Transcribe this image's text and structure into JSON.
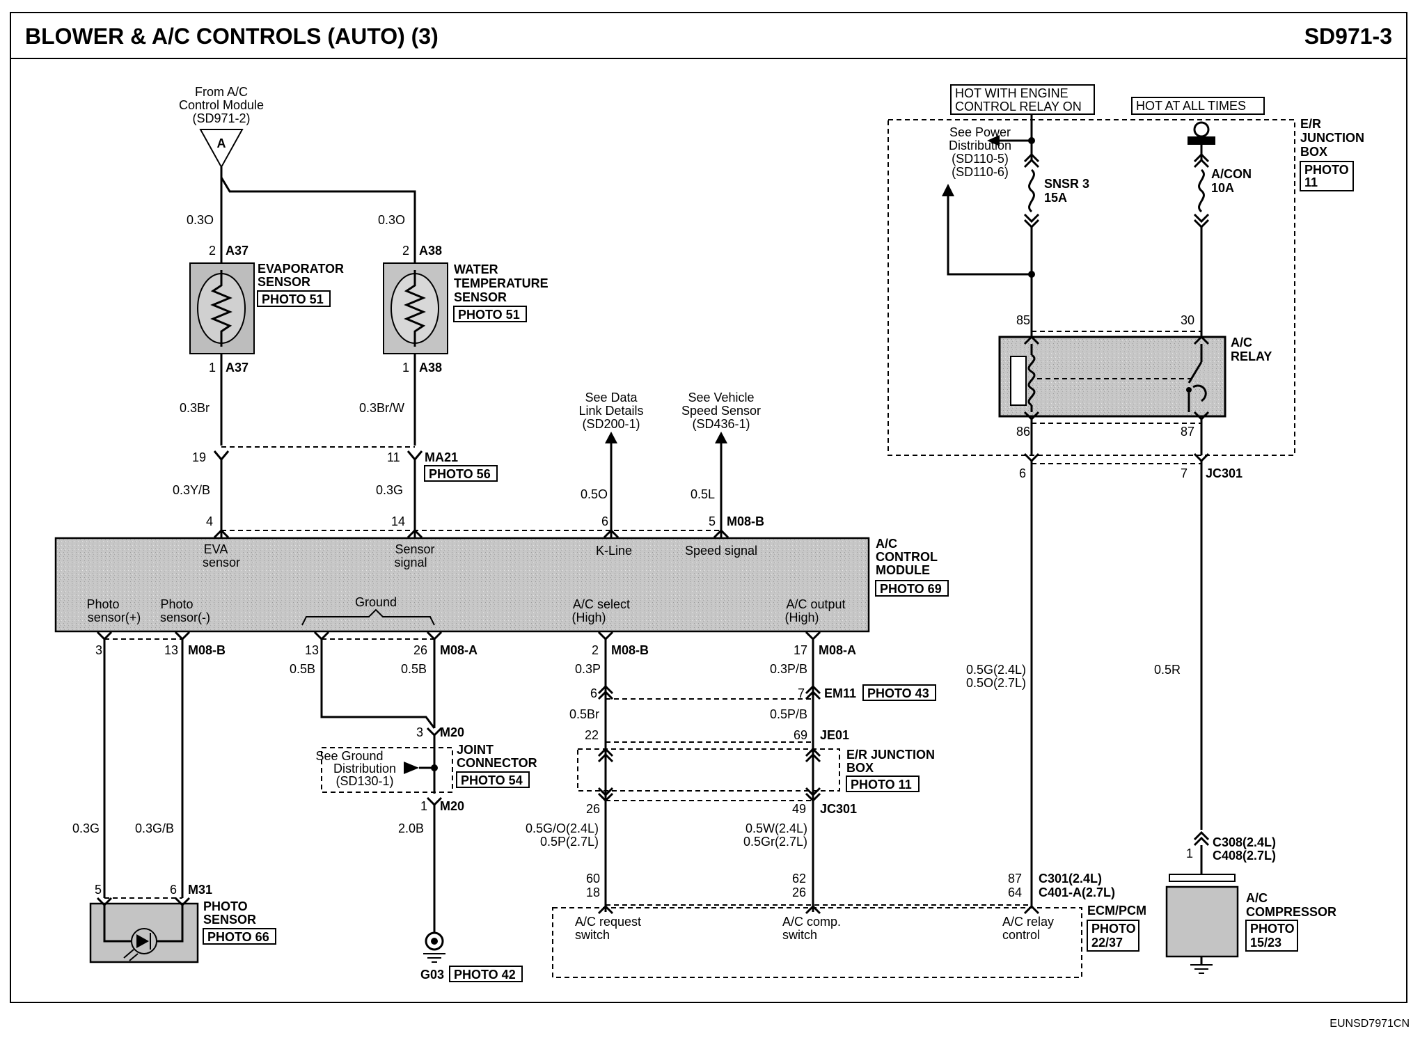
{
  "header": {
    "title": "BLOWER & A/C CONTROLS (AUTO) (3)",
    "code": "SD971-3"
  },
  "footer": {
    "ref": "EUNSD7971CN"
  },
  "from_module": {
    "line1": "From A/C",
    "line2": "Control Module",
    "line3": "(SD971-2)",
    "connector": "A"
  },
  "evap_sensor": {
    "name1": "EVAPORATOR",
    "name2": "SENSOR",
    "photo": "PHOTO 51",
    "pin_top": "2",
    "conn_top": "A37",
    "pin_bot": "1",
    "conn_bot": "A37",
    "wire_top": "0.3O",
    "wire_bot": "0.3Br"
  },
  "water_sensor": {
    "name1": "WATER",
    "name2": "TEMPERATURE",
    "name3": "SENSOR",
    "photo": "PHOTO 51",
    "pin_top": "2",
    "conn_top": "A38",
    "pin_bot": "1",
    "conn_bot": "A38",
    "wire_top": "0.3O",
    "wire_bot": "0.3Br/W"
  },
  "ma21": {
    "pin_a": "19",
    "pin_b": "11",
    "conn": "MA21",
    "photo": "PHOTO 56",
    "wire_a": "0.3Y/B",
    "wire_b": "0.3G"
  },
  "data_link": {
    "line1": "See Data",
    "line2": "Link Details",
    "line3": "(SD200-1)",
    "wire": "0.5O"
  },
  "speed_sensor": {
    "line1": "See Vehicle",
    "line2": "Speed Sensor",
    "line3": "(SD436-1)",
    "wire": "0.5L"
  },
  "ac_module": {
    "name1": "A/C",
    "name2": "CONTROL",
    "name3": "MODULE",
    "photo": "PHOTO 69",
    "top_pins": [
      "4",
      "14",
      "6",
      "5"
    ],
    "top_conn": "M08-B",
    "eva1": "EVA",
    "eva2": "sensor",
    "sens1": "Sensor",
    "sens2": "signal",
    "kline": "K-Line",
    "speed": "Speed signal",
    "photo_p1": "Photo",
    "photo_p2": "sensor(+)",
    "photo_m1": "Photo",
    "photo_m2": "sensor(-)",
    "ground": "Ground",
    "acsel1": "A/C select",
    "acsel2": "(High)",
    "acout1": "A/C output",
    "acout2": "(High)",
    "bot_pins": [
      "3",
      "13",
      "13",
      "26",
      "2",
      "17"
    ],
    "conn_m08b": "M08-B",
    "conn_m08a": "M08-A"
  },
  "photo_sensor": {
    "name1": "PHOTO",
    "name2": "SENSOR",
    "photo": "PHOTO 66",
    "pin_a": "5",
    "pin_b": "6",
    "conn": "M31",
    "wire_a": "0.3G",
    "wire_b": "0.3G/B"
  },
  "ground_path": {
    "wire_13": "0.5B",
    "wire_26": "0.5B",
    "m20_pin_top": "3",
    "m20_conn_top": "M20",
    "see_gnd1": "See Ground",
    "see_gnd2": "Distribution",
    "see_gnd3": "(SD130-1)",
    "jc1": "JOINT",
    "jc2": "CONNECTOR",
    "jc_photo": "PHOTO 54",
    "m20_pin_bot": "1",
    "m20_conn_bot": "M20",
    "wire_gnd": "2.0B",
    "gnd": "G03",
    "gnd_photo": "PHOTO 42"
  },
  "acsel_path": {
    "wire1": "0.3P",
    "em11_pin": "6",
    "wire2": "0.5Br",
    "je01_pin": "22",
    "jc301_pin": "26",
    "wire3a": "0.5G/O(2.4L)",
    "wire3b": "0.5P(2.7L)",
    "ecm_pin_a": "60",
    "ecm_pin_b": "18"
  },
  "acout_path": {
    "wire1": "0.3P/B",
    "em11_pin": "7",
    "em11_conn": "EM11",
    "em11_photo": "PHOTO 43",
    "wire2": "0.5P/B",
    "je01_pin": "69",
    "je01_conn": "JE01",
    "jb1": "E/R JUNCTION",
    "jb2": "BOX",
    "jb_photo": "PHOTO 11",
    "jc301_pin": "49",
    "jc301_conn": "JC301",
    "wire3a": "0.5W(2.4L)",
    "wire3b": "0.5Gr(2.7L)",
    "ecm_pin_a": "62",
    "ecm_pin_b": "26"
  },
  "er_box": {
    "hot1a": "HOT WITH ENGINE",
    "hot1b": "CONTROL RELAY ON",
    "hot2": "HOT AT ALL TIMES",
    "name1": "E/R",
    "name2": "JUNCTION",
    "name3": "BOX",
    "photo1": "PHOTO",
    "photo2": "11",
    "see1": "See Power",
    "see2": "Distribution",
    "see3": "(SD110-5)",
    "see4": "(SD110-6)",
    "fuse1a": "SNSR 3",
    "fuse1b": "15A",
    "fuse2a": "A/CON",
    "fuse2b": "10A",
    "relay1": "A/C",
    "relay2": "RELAY",
    "pin85": "85",
    "pin30": "30",
    "pin86": "86",
    "pin87": "87",
    "jc301_pin_a": "6",
    "jc301_pin_b": "7",
    "jc301_conn": "JC301"
  },
  "relay_path": {
    "wire_a1": "0.5G(2.4L)",
    "wire_a2": "0.5O(2.7L)",
    "wire_b": "0.5R",
    "ecm_pin_a": "87",
    "ecm_pin_b": "64",
    "conn_a": "C301(2.4L)",
    "conn_b": "C401-A(2.7L)"
  },
  "ecm": {
    "name": "ECM/PCM",
    "photo1": "PHOTO",
    "photo2": "22/37",
    "req1": "A/C request",
    "req2": "switch",
    "comp1": "A/C comp.",
    "comp2": "switch",
    "relay1": "A/C relay",
    "relay2": "control"
  },
  "compressor": {
    "pin": "1",
    "conn_a": "C308(2.4L)",
    "conn_b": "C408(2.7L)",
    "name1": "A/C",
    "name2": "COMPRESSOR",
    "photo1": "PHOTO",
    "photo2": "15/23"
  }
}
